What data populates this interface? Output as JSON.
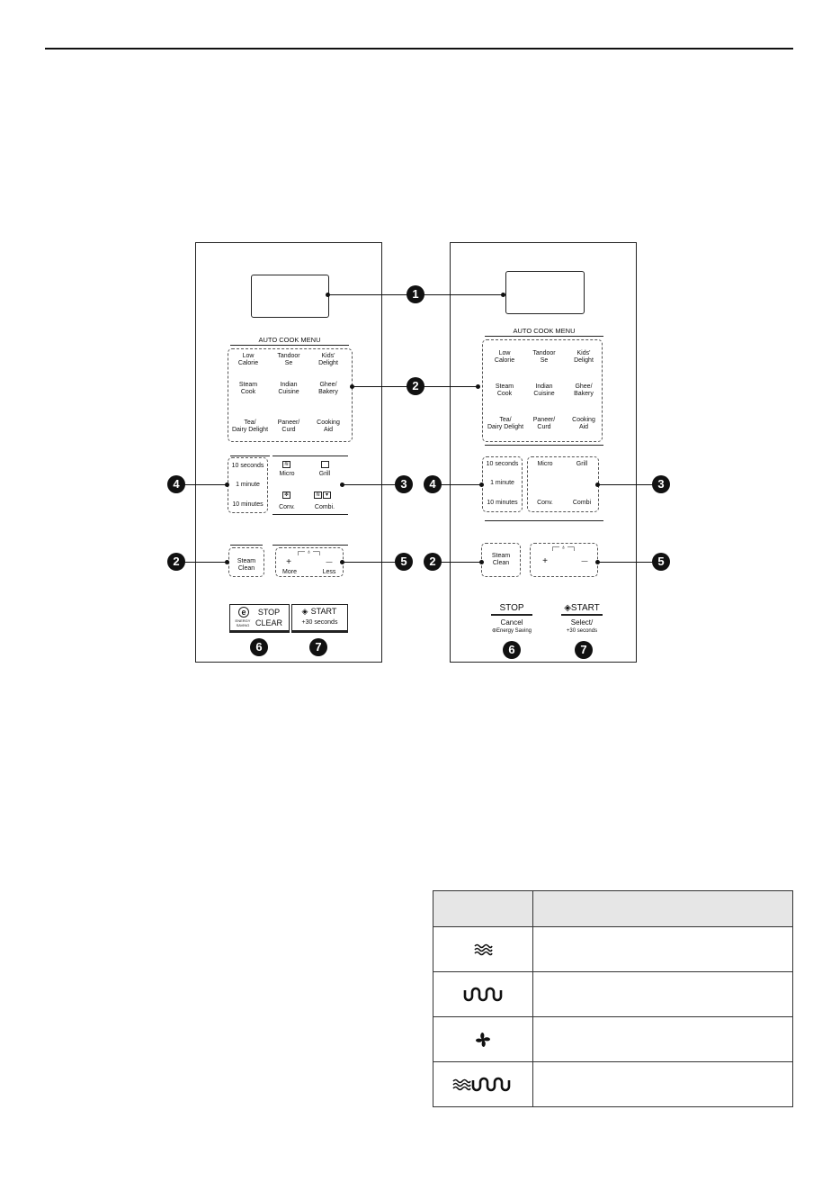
{
  "panel_a": {
    "auto_cook_menu_title": "AUTO COOK MENU",
    "menu_items": [
      {
        "line1": "Low",
        "line2": "Calorie"
      },
      {
        "line1": "Tandoor",
        "line2": "Se"
      },
      {
        "line1": "Kids'",
        "line2": "Delight"
      },
      {
        "line1": "Steam",
        "line2": "Cook"
      },
      {
        "line1": "Indian",
        "line2": "Cuisine"
      },
      {
        "line1": "Ghee/",
        "line2": "Bakery"
      },
      {
        "line1": "Tea/",
        "line2": "Dairy Delight"
      },
      {
        "line1": "Paneer/",
        "line2": "Curd"
      },
      {
        "line1": "Cooking",
        "line2": "Aid"
      }
    ],
    "time_buttons": [
      "10 seconds",
      "1 minute",
      "10 minutes"
    ],
    "modes": {
      "micro": "Micro",
      "grill": "Grill",
      "conv": "Conv.",
      "combi": "Combi."
    },
    "steam_clean": {
      "line1": "Steam",
      "line2": "Clean"
    },
    "adjust": {
      "plus": "+",
      "minus": "—",
      "more": "More",
      "less": "Less"
    },
    "energy_saving": {
      "e": "e",
      "line1": "ENERGY",
      "line2": "SAVING"
    },
    "stop": {
      "line1": "STOP",
      "line2": "CLEAR"
    },
    "start": {
      "line1": "START",
      "line2": "+30 seconds"
    }
  },
  "panel_b": {
    "auto_cook_menu_title": "AUTO COOK MENU",
    "menu_items": [
      {
        "line1": "Low",
        "line2": "Calorie"
      },
      {
        "line1": "Tandoor",
        "line2": "Se"
      },
      {
        "line1": "Kids'",
        "line2": "Delight"
      },
      {
        "line1": "Steam",
        "line2": "Cook"
      },
      {
        "line1": "Indian",
        "line2": "Cuisine"
      },
      {
        "line1": "Ghee/",
        "line2": "Bakery"
      },
      {
        "line1": "Tea/",
        "line2": "Dairy Delight"
      },
      {
        "line1": "Paneer/",
        "line2": "Curd"
      },
      {
        "line1": "Cooking",
        "line2": "Aid"
      }
    ],
    "time_buttons": [
      "10 seconds",
      "1 minute",
      "10 minutes"
    ],
    "modes": {
      "micro": "Micro",
      "grill": "Grill",
      "conv": "Conv.",
      "combi": "Combi"
    },
    "steam_clean": {
      "line1": "Steam",
      "line2": "Clean"
    },
    "adjust": {
      "plus": "+",
      "minus": "—"
    },
    "stop": {
      "title": "STOP",
      "line1": "Cancel",
      "line2": "Energy Saving"
    },
    "start": {
      "title": "START",
      "line1": "Select/",
      "line2": "+30 seconds"
    }
  },
  "callouts": {
    "display": "1",
    "auto_cook": "2",
    "modes": "3",
    "time": "4",
    "steam_clean": "2",
    "adjust": "5",
    "stop": "6",
    "start": "7"
  },
  "icon_table": {
    "header": [
      "",
      ""
    ],
    "rows": [
      {
        "icon": "microwave-waves-icon",
        "text": ""
      },
      {
        "icon": "grill-heater-icon",
        "text": ""
      },
      {
        "icon": "convection-fan-icon",
        "text": ""
      },
      {
        "icon": "combi-waves-heater-icon",
        "text": ""
      }
    ]
  }
}
